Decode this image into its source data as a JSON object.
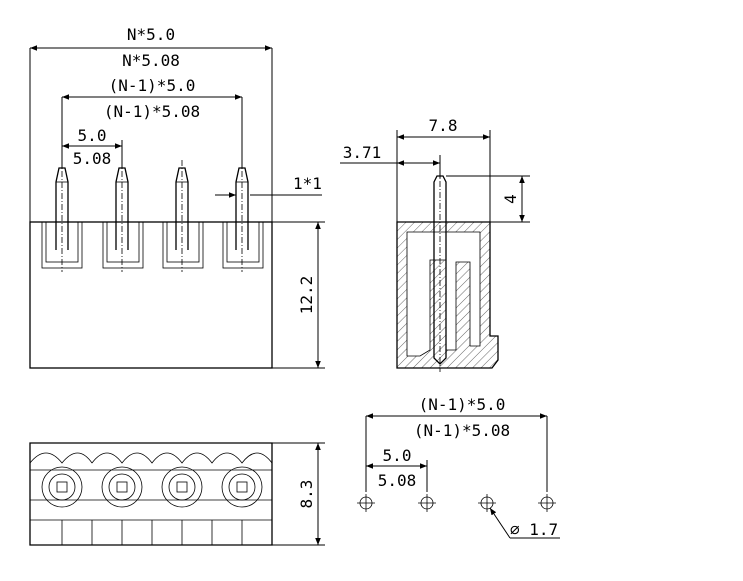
{
  "front_view": {
    "overall_width": "N*5.0",
    "overall_width_alt": "N*5.08",
    "pitch_span": "(N-1)*5.0",
    "pitch_span_alt": "(N-1)*5.08",
    "pitch": "5.0",
    "pitch_alt": "5.08",
    "pin_size": "1*1",
    "height": "12.2"
  },
  "side_view": {
    "depth": "7.8",
    "pin_offset": "3.71",
    "pin_protrusion": "4"
  },
  "bottom_view": {
    "height": "8.3"
  },
  "pcb_layout": {
    "pitch_span": "(N-1)*5.0",
    "pitch_span_alt": "(N-1)*5.08",
    "pitch": "5.0",
    "pitch_alt": "5.08",
    "hole_diameter": "∅ 1.7"
  }
}
